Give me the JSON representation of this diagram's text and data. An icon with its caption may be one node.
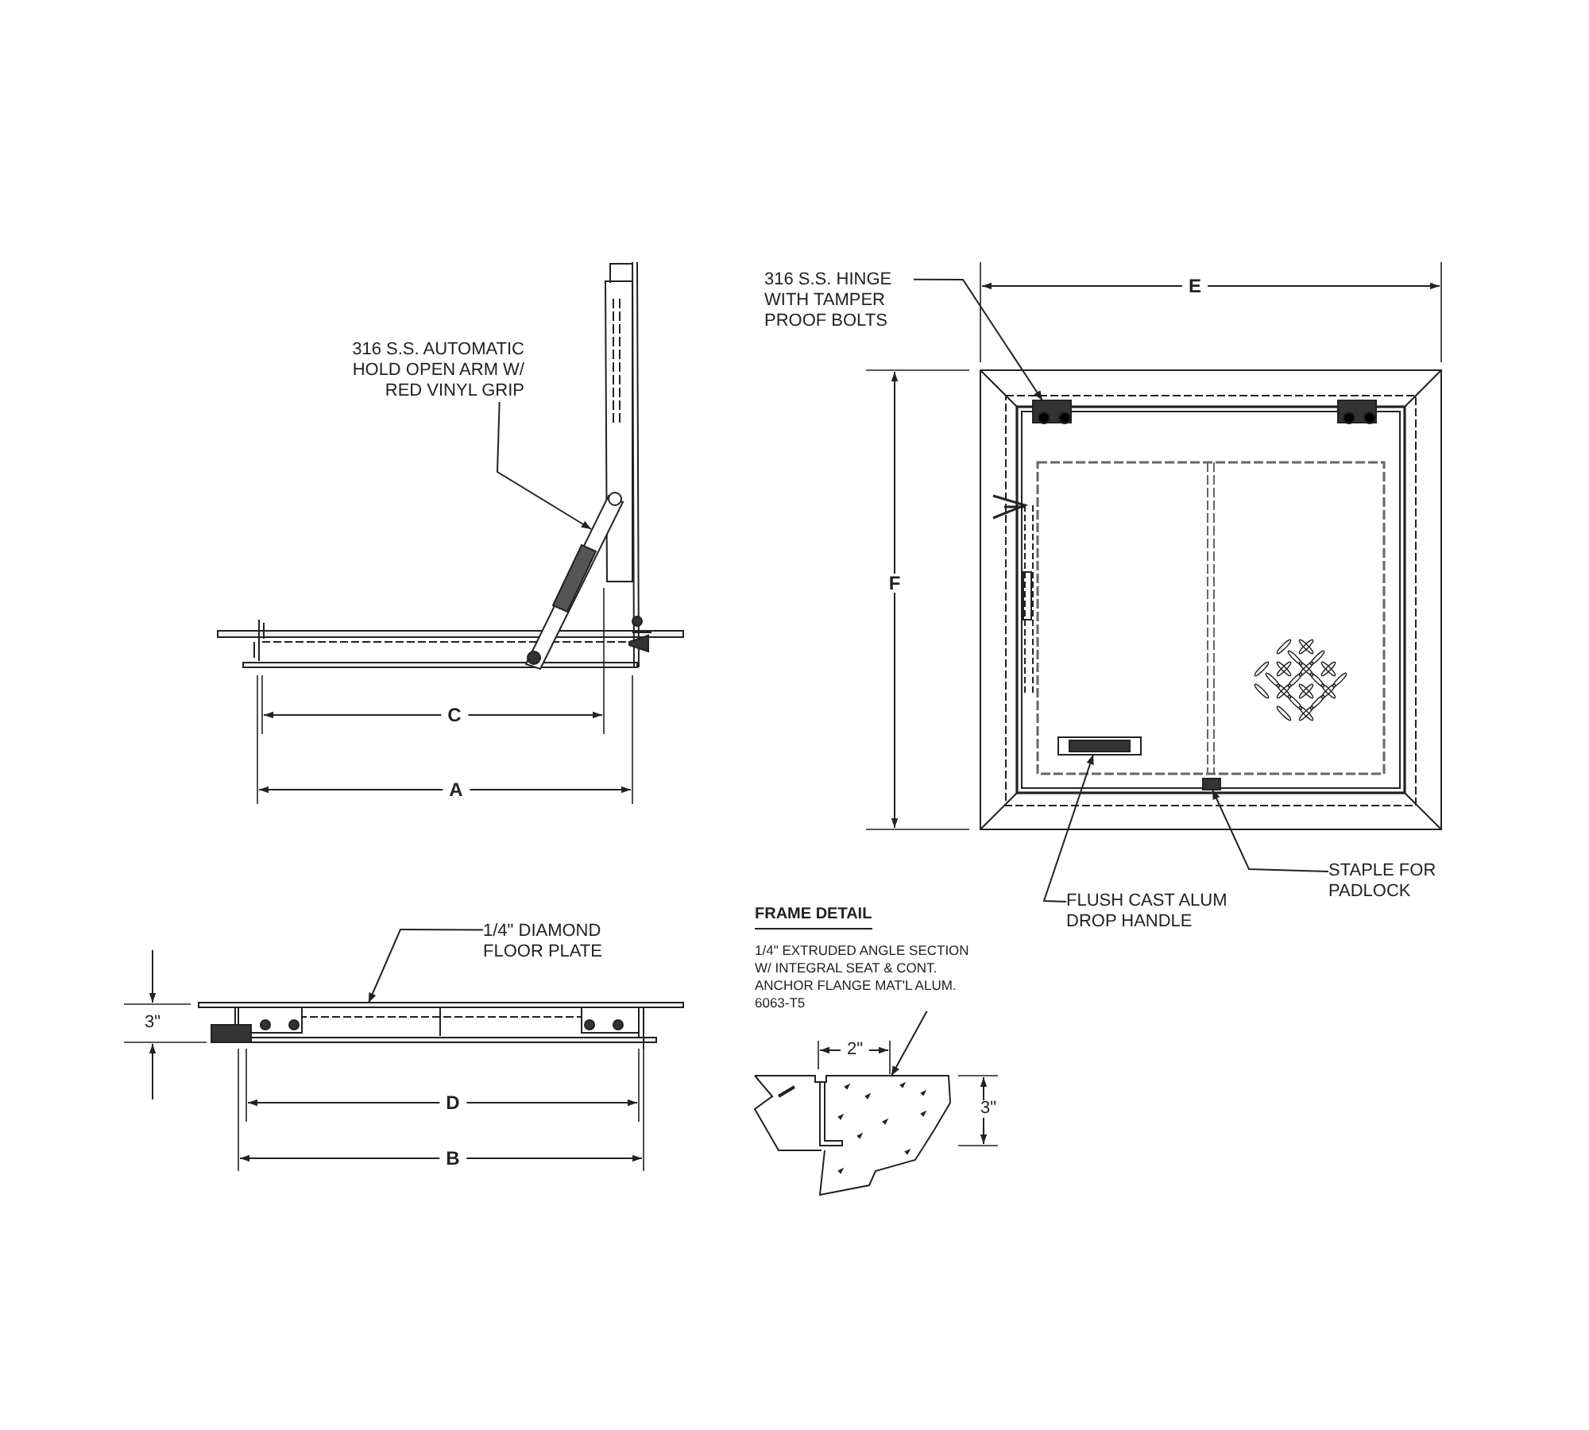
{
  "diagram": {
    "nodes": [
      {
        "text": [
          "316 S.S. AUTOMATIC HOLD OPEN ARM W/ RED VINYL GRIP"
        ]
      },
      {
        "text": [
          "316 S.S. HINGE WITH TAMPER PROOF BOLTS"
        ]
      },
      {
        "text": [
          "FLUSH CAST ALUM DROP HANDLE"
        ]
      },
      {
        "text": [
          "STAPLE FOR PADLOCK"
        ]
      },
      {
        "text": [
          "1/4\" DIAMOND FLOOR PLATE"
        ]
      },
      {
        "text": [
          "1/4\" EXTRUDED ANGLE SECTION W/ INTEGRAL SEAT & CONT. ANCHOR FLANGE MAT'L ALUM. 6063-T5"
        ]
      },
      {
        "text": [],
        "shape": "picture"
      },
      {
        "text": [],
        "shape": "picture"
      },
      {
        "text": [],
        "shape": "picture"
      },
      {
        "text": [],
        "shape": "box"
      },
      {
        "text": [],
        "shape": "bar"
      },
      {
        "text": [],
        "shape": "picture"
      },
      {
        "text": [],
        "shape": "picture"
      }
    ],
    "edges": [
      {
        "from": 0,
        "to": 6,
        "arrow": "to"
      },
      {
        "from": 1,
        "to": 7,
        "arrow": "to"
      },
      {
        "from": 2,
        "to": 8,
        "arrow": "to"
      },
      {
        "from": 3,
        "to": 9,
        "arrow": "to"
      },
      {
        "from": 4,
        "to": 10,
        "arrow": "to"
      },
      {
        "from": 5,
        "to": 11,
        "arrow": "to"
      }
    ],
    "labels": [
      "E",
      "F",
      "C",
      "A",
      "FRAME DETAIL",
      "3\"",
      "2\"",
      "3\"",
      "D",
      "B"
    ]
  }
}
